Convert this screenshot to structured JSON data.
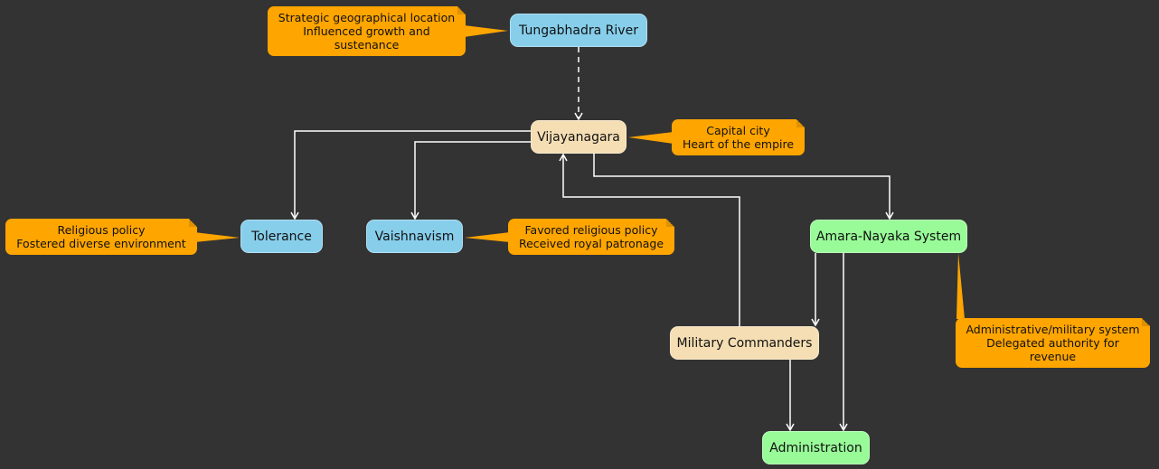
{
  "colors": {
    "background": "#333333",
    "edge": "#ffffff",
    "note": "#ffa500",
    "blue_node": "#87ceeb",
    "tan_node": "#f5deb3",
    "green_node": "#98fb98"
  },
  "nodes": {
    "tungabhadra": "Tungabhadra River",
    "vijayanagara": "Vijayanagara",
    "tolerance": "Tolerance",
    "vaishnavism": "Vaishnavism",
    "amara_nayaka": "Amara-Nayaka System",
    "military": "Military Commanders",
    "administration": "Administration"
  },
  "notes": {
    "river": [
      "Strategic geographical location",
      "Influenced growth and",
      "sustenance"
    ],
    "capital": [
      "Capital city",
      "Heart of the empire"
    ],
    "religious": [
      "Religious policy",
      "Fostered diverse environment"
    ],
    "vaish": [
      "Favored religious policy",
      "Received royal patronage"
    ],
    "amara": [
      "Administrative/military system",
      "Delegated authority for",
      "revenue"
    ]
  }
}
